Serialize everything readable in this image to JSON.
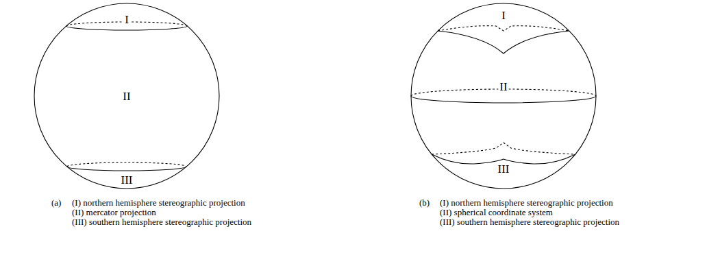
{
  "diagram": {
    "labels": [
      "I",
      "II",
      "III",
      "I",
      "II",
      "III",
      "(a)",
      "(I) northern hemisphere stereographic projection",
      "(II) mercator projection",
      "(III) southern hemisphere stereographic projection",
      "(b)",
      "(I) northern hemisphere stereographic projection",
      "(II) spherical coordinate system",
      "(III) southern hemisphere stereographic projection"
    ]
  }
}
